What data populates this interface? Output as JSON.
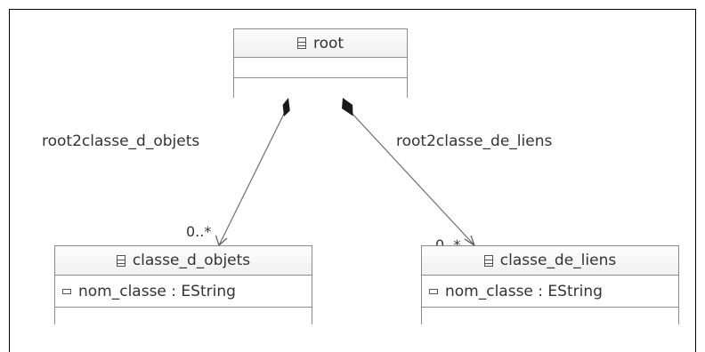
{
  "classes": {
    "root": {
      "name": "root",
      "attributes": []
    },
    "classe_d_objets": {
      "name": "classe_d_objets",
      "attributes": [
        "nom_classe : EString"
      ]
    },
    "classe_de_liens": {
      "name": "classe_de_liens",
      "attributes": [
        "nom_classe : EString"
      ]
    }
  },
  "associations": {
    "objets": {
      "name": "root2classe_d_objets",
      "multiplicity": "0..*"
    },
    "liens": {
      "name": "root2classe_de_liens",
      "multiplicity": "0..*"
    }
  },
  "icons": {
    "class": "eclass-icon",
    "attribute": "eattribute-icon"
  },
  "colors": {
    "box_border": "#8c8c8c",
    "line": "#6e6e6e",
    "text": "#333333"
  }
}
